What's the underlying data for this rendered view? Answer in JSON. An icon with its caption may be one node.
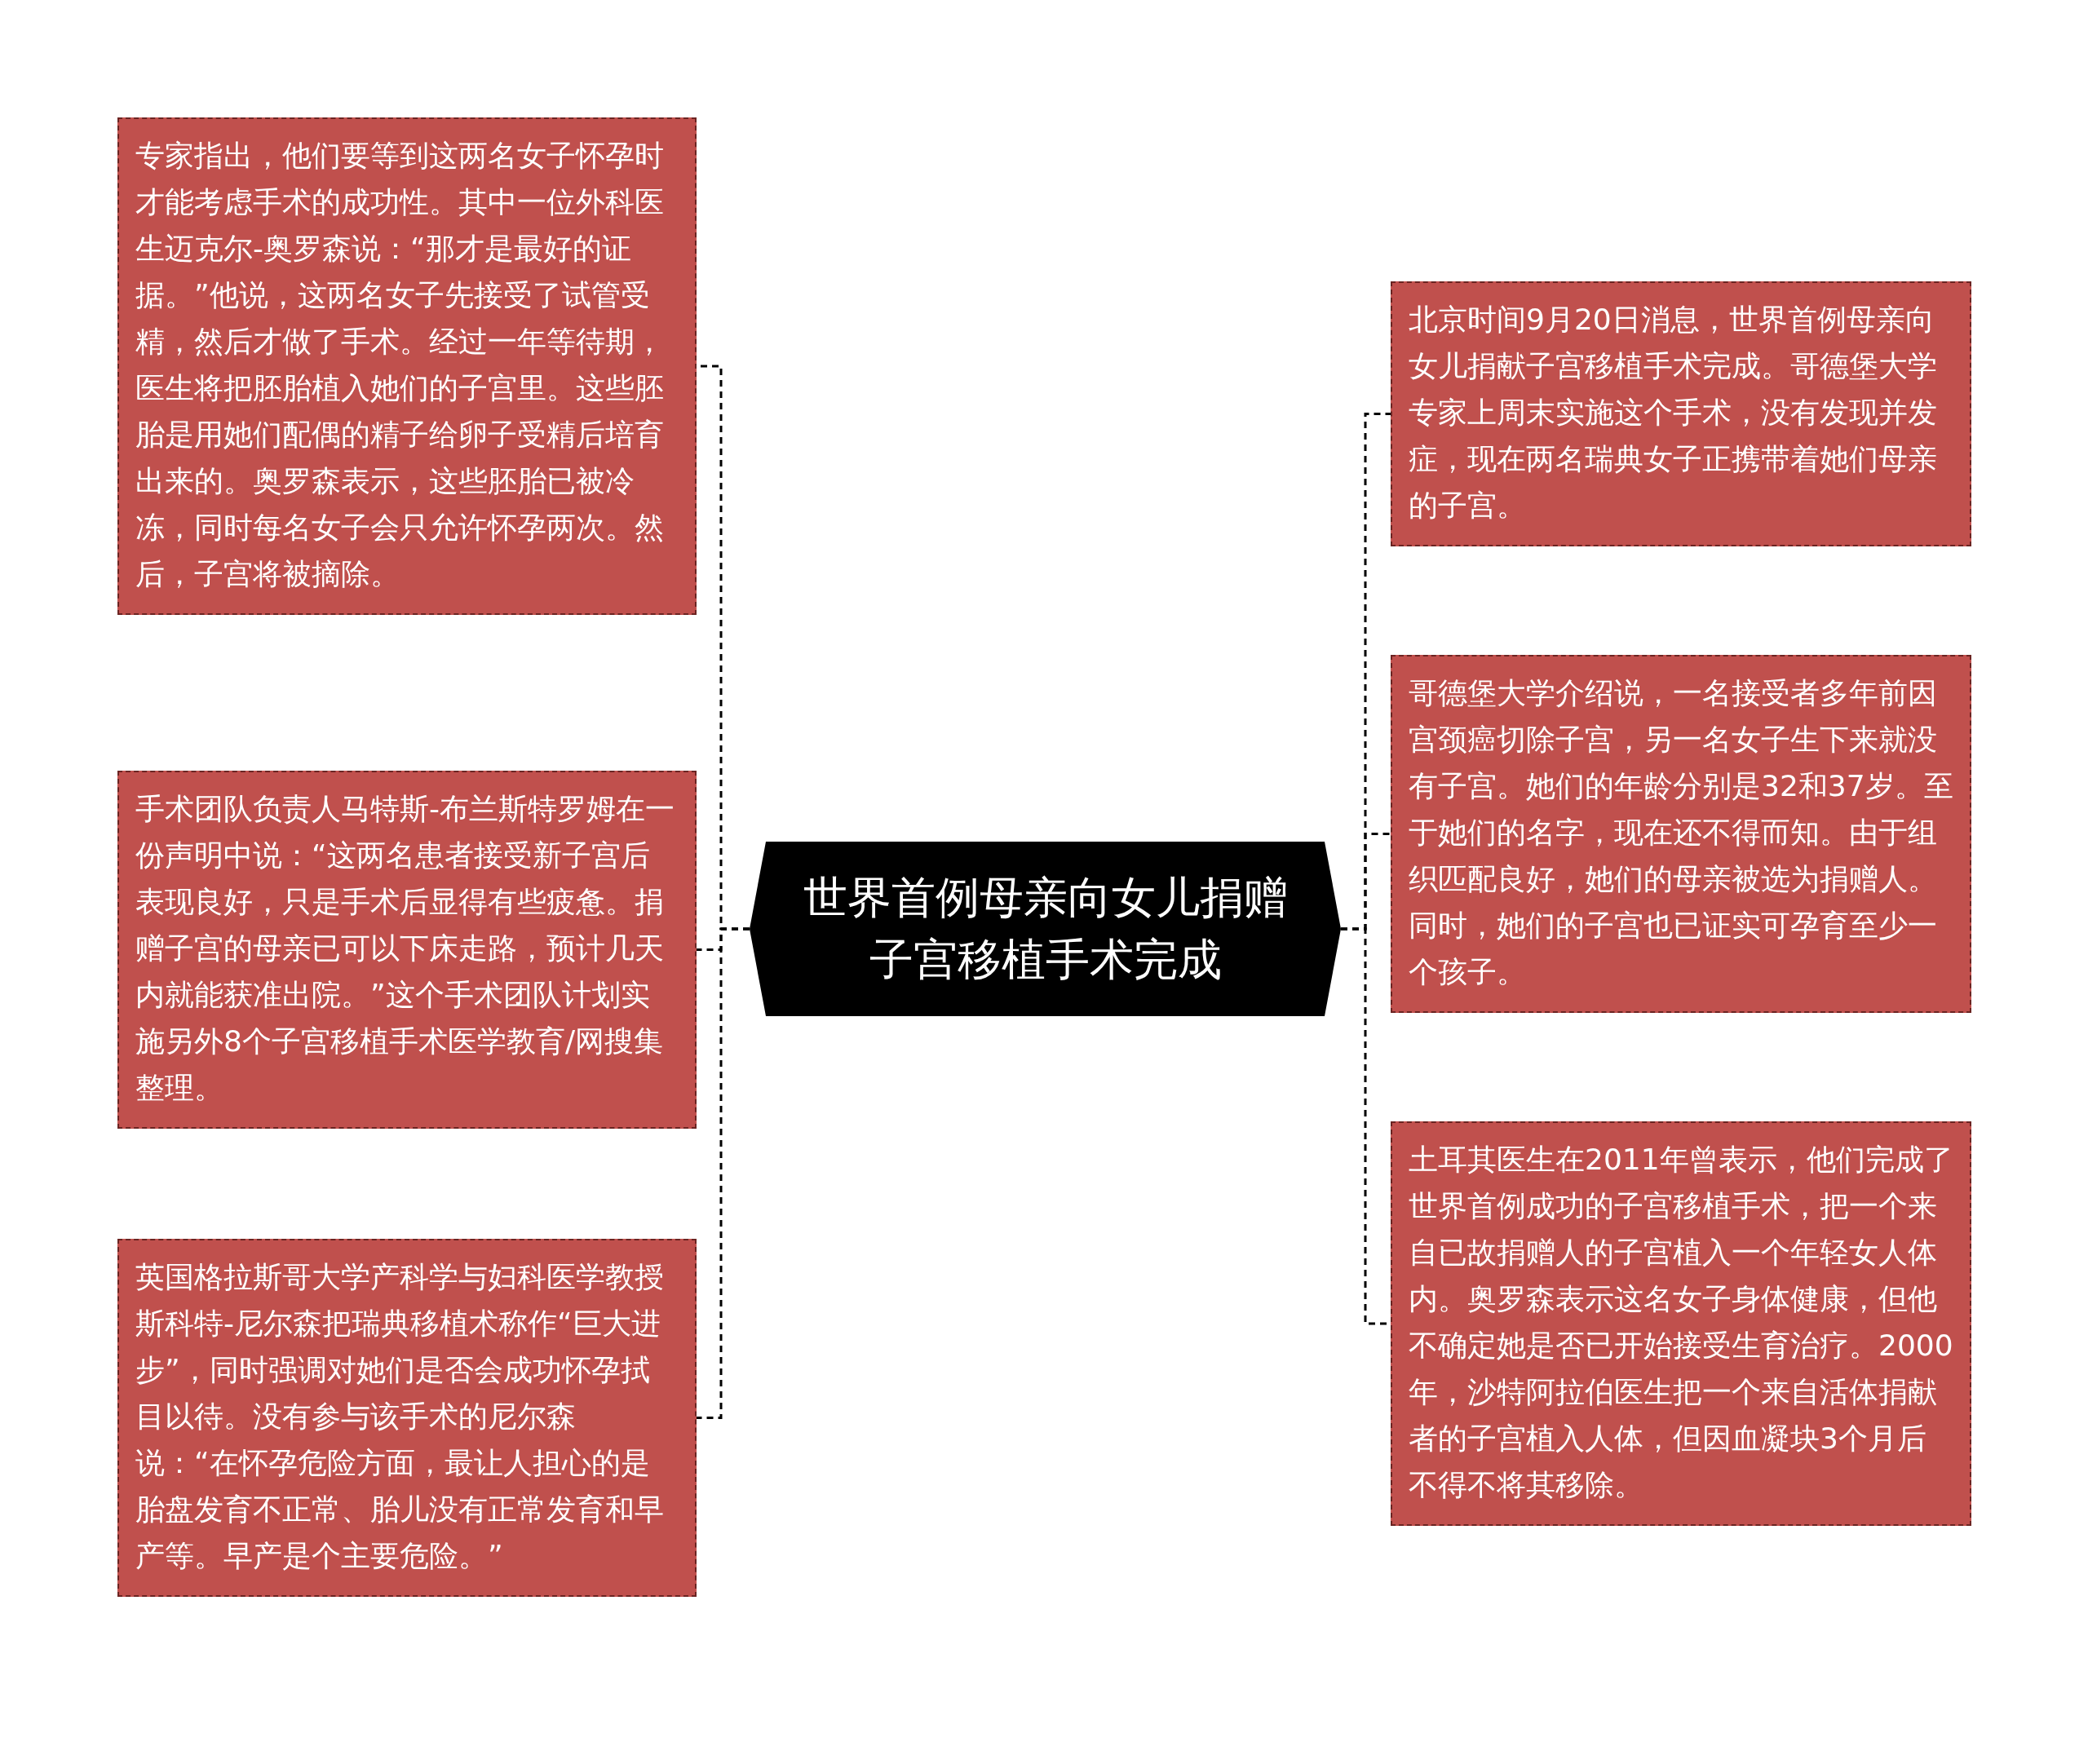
{
  "diagram": {
    "nodes": [
      {
        "text": [
          "世界首例母亲向女儿捐赠子宫移植手术完成"
        ]
      },
      {
        "text": [
          "专家指出，他们要等到这两名女子怀孕时才能考虑手术的成功性。其中一位外科医生迈克尔-奥罗森说：“那才是最好的证据。”他说，这两名女子先接受了试管受精，然后才做了手术。经过一年等待期，医生将把胚胎植入她们的子宫里。这些胚胎是用她们配偶的精子给卵子受精后培育出来的。奥罗森表示，这些胚胎已被冷冻，同时每名女子会只允许怀孕两次。然后，子宫将被摘除。"
        ]
      },
      {
        "text": [
          "手术团队负责人马特斯-布兰斯特罗姆在一份声明中说：“这两名患者接受新子宫后表现良好，只是手术后显得有些疲惫。捐赠子宫的母亲已可以下床走路，预计几天内就能获准出院。”这个手术团队计划实施另外8个子宫移植手术医学教育/网搜集整理。"
        ]
      },
      {
        "text": [
          "英国格拉斯哥大学产科学与妇科医学教授斯科特-尼尔森把瑞典移植术称作“巨大进步”，同时强调对她们是否会成功怀孕拭目以待。没有参与该手术的尼尔森说：“在怀孕危险方面，最让人担心的是胎盘发育不正常、胎儿没有正常发育和早产等。早产是个主要危险。”"
        ]
      },
      {
        "text": [
          "北京时间9月20日消息，世界首例母亲向女儿捐献子宫移植手术完成。哥德堡大学专家上周末实施这个手术，没有发现并发症，现在两名瑞典女子正携带着她们母亲的子宫。"
        ]
      },
      {
        "text": [
          "哥德堡大学介绍说，一名接受者多年前因宫颈癌切除子宫，另一名女子生下来就没有子宫。她们的年龄分别是32和37岁。至于她们的名字，现在还不得而知。由于组织匹配良好，她们的母亲被选为捐赠人。同时，她们的子宫也已证实可孕育至少一个孩子。"
        ]
      },
      {
        "text": [
          "土耳其医生在2011年曾表示，他们完成了世界首例成功的子宫移植手术，把一个来自已故捐赠人的子宫植入一个年轻女人体内。奥罗森表示这名女子身体健康，但他不确定她是否已开始接受生育治疗。2000年，沙特阿拉伯医生把一个来自活体捐献者的子宫植入人体，但因血凝块3个月后不得不将其移除。"
        ]
      }
    ],
    "edges": [
      {
        "from": 0,
        "to": 1,
        "arrow": "none",
        "style": "dashed"
      },
      {
        "from": 0,
        "to": 2,
        "arrow": "none",
        "style": "dashed"
      },
      {
        "from": 0,
        "to": 3,
        "arrow": "none",
        "style": "dashed"
      },
      {
        "from": 0,
        "to": 4,
        "arrow": "none",
        "style": "dashed"
      },
      {
        "from": 0,
        "to": 5,
        "arrow": "none",
        "style": "dashed"
      },
      {
        "from": 0,
        "to": 6,
        "arrow": "none",
        "style": "dashed"
      }
    ]
  }
}
